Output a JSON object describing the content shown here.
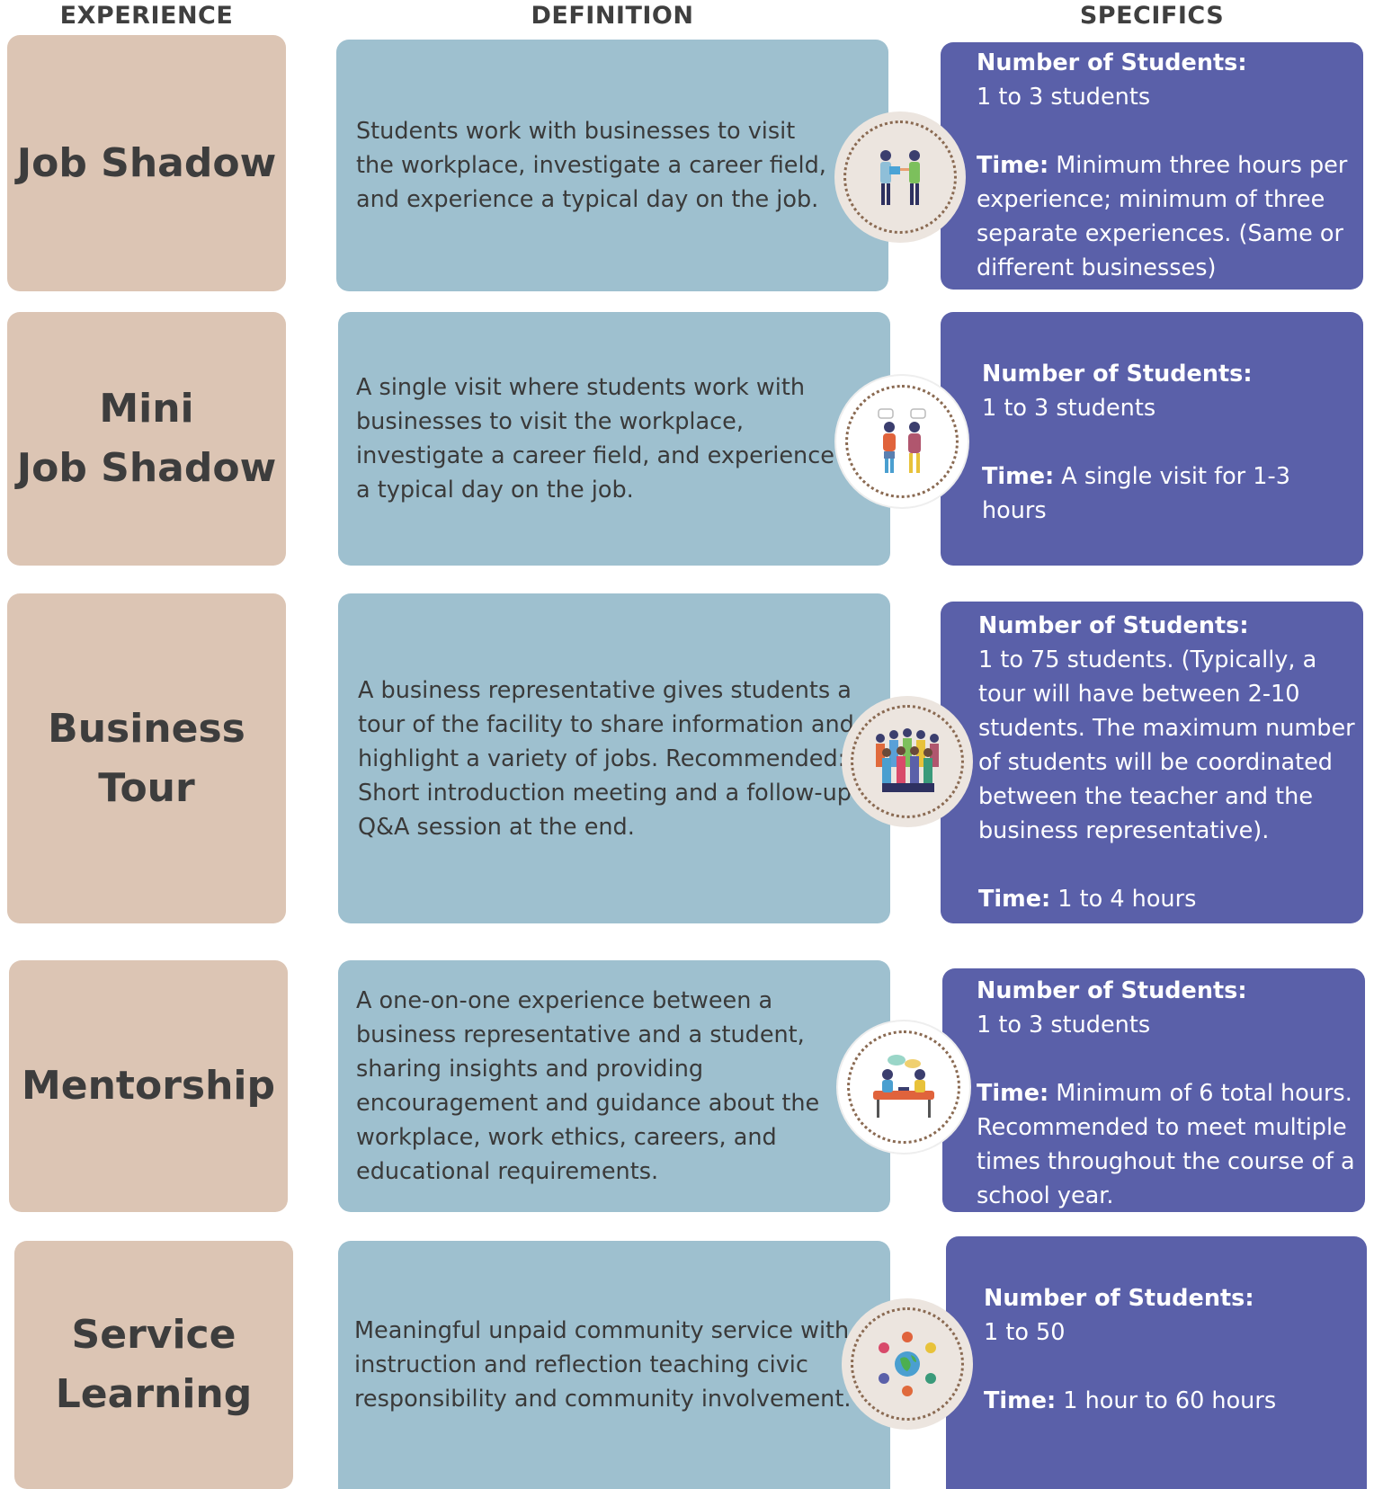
{
  "headers": {
    "experience": "EXPERIENCE",
    "definition": "DEFINITION",
    "specifics": "SPECIFICS"
  },
  "rows": [
    {
      "experience": [
        "Job Shadow"
      ],
      "definition": "Students work with businesses to visit the workplace, investigate a career field, and experience a typical day on the job.",
      "students_label": "Number of Students:",
      "students_value": "1 to 3 students",
      "time_label": "Time:",
      "time_value": " Minimum three hours per experience; minimum of three separate experiences. (Same or different businesses)",
      "icon": "two-people-talking-icon"
    },
    {
      "experience": [
        "Mini",
        "Job Shadow"
      ],
      "definition": "A single visit where students work with businesses to visit the workplace, investigate a career field, and experience a typical day on the job.",
      "students_label": "Number of Students:",
      "students_value": "1 to 3 students",
      "time_label": "Time:",
      "time_value": " A single visit for 1-3 hours",
      "icon": "two-people-chatting-icon"
    },
    {
      "experience": [
        "Business",
        "Tour"
      ],
      "definition": "A business representative gives students a tour of the facility to share information and highlight a variety of jobs. Recommended: Short introduction meeting and a follow-up Q&A session at the end.",
      "students_label": "Number of Students:",
      "students_value": "1 to 75 students. (Typically, a tour will have between 2-10 students. The maximum number of students will be coordinated between the teacher and the business representative).",
      "time_label": "Time:",
      "time_value": " 1 to 4 hours",
      "icon": "crowd-icon"
    },
    {
      "experience": [
        "Mentorship"
      ],
      "definition": "A one-on-one experience between a business representative and a student, sharing insights and providing encouragement and guidance about the workplace, work ethics, careers, and educational requirements.",
      "students_label": "Number of Students:",
      "students_value": "1 to 3 students",
      "time_label": "Time:",
      "time_value": "  Minimum of 6 total hours. Recommended to meet multiple times throughout the course of a school year.",
      "icon": "two-people-seated-conversation-icon"
    },
    {
      "experience": [
        "Service",
        "Learning"
      ],
      "definition": "Meaningful unpaid community service with instruction and reflection teaching civic responsibility and community involvement.",
      "students_label": "Number of Students:",
      "students_value": "1 to 50",
      "time_label": "Time:",
      "time_value": " 1 hour to 60 hours",
      "icon": "globe-community-icon"
    }
  ],
  "colors": {
    "experience_bg": "#dcc5b4",
    "definition_bg": "#9ec0cf",
    "specifics_bg": "#5a60a9",
    "circle_bg": "#ece5df"
  }
}
